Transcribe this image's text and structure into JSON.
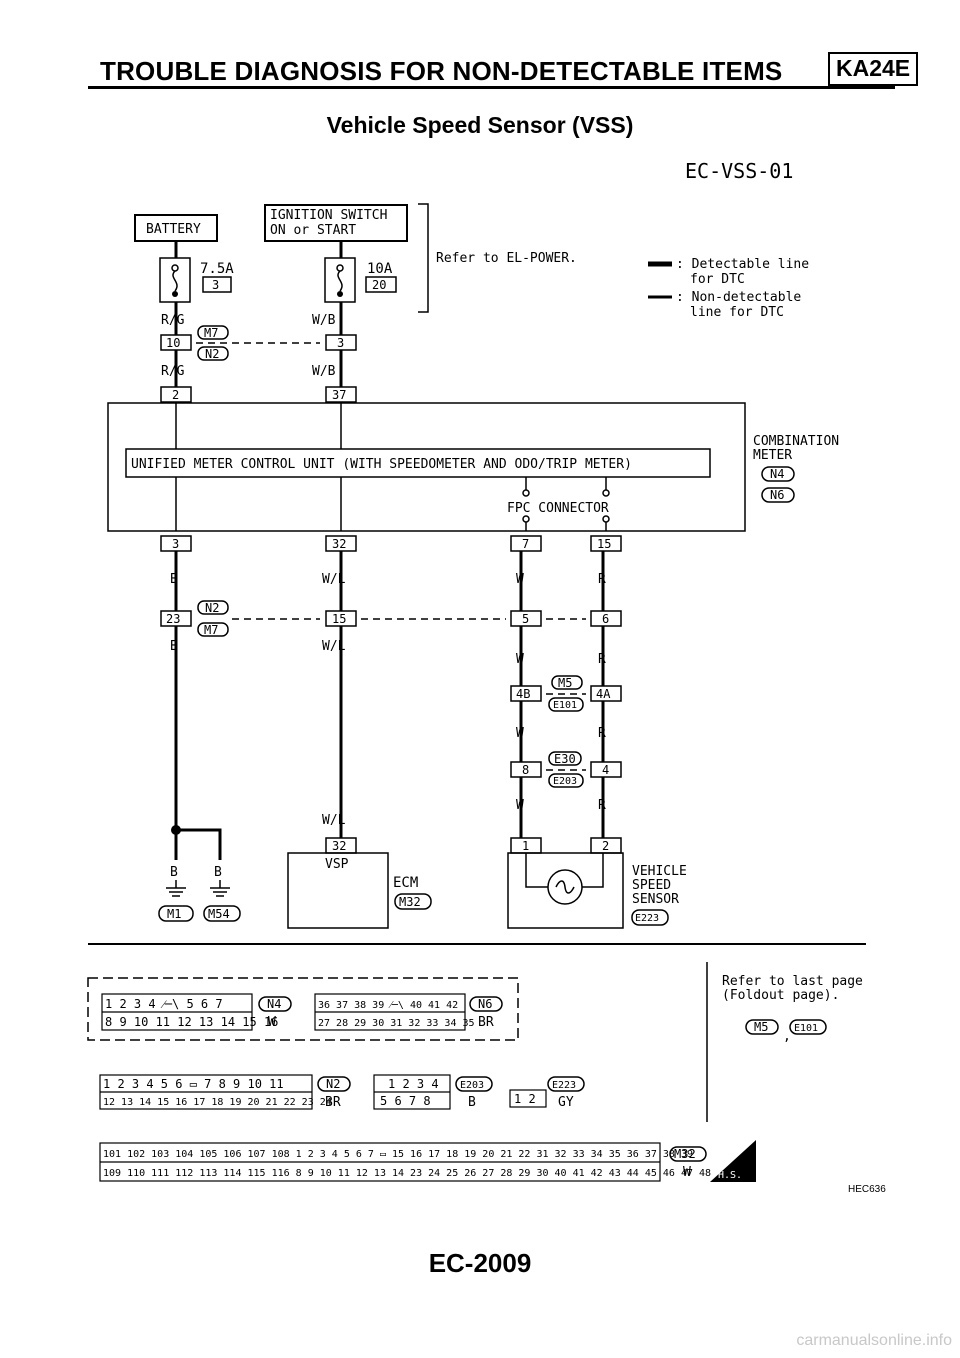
{
  "header": {
    "title": "TROUBLE DIAGNOSIS FOR NON-DETECTABLE ITEMS",
    "engine_code": "KA24E"
  },
  "section_title": "Vehicle Speed Sensor (VSS)",
  "diagram": {
    "code": "EC-VSS-01",
    "battery": "BATTERY",
    "ignition_line1": "IGNITION SWITCH",
    "ignition_line2": "ON or START",
    "refer_power": "Refer to EL-POWER.",
    "fuse1_amp": "7.5A",
    "fuse1_no": "3",
    "fuse2_amp": "10A",
    "fuse2_no": "20",
    "legend_detectable_1": ": Detectable line",
    "legend_detectable_2": "for DTC",
    "legend_nondetectable_1": ": Non-detectable",
    "legend_nondetectable_2": "line for DTC",
    "wire_rg": "R/G",
    "wire_wb": "W/B",
    "wire_b": "B",
    "wire_wl": "W/L",
    "wire_w": "W",
    "wire_r": "R",
    "pin_10": "10",
    "pin_3": "3",
    "pin_2": "2",
    "pin_37": "37",
    "pin_32": "32",
    "pin_7": "7",
    "pin_15": "15",
    "pin_23": "23",
    "pin_5": "5",
    "pin_6": "6",
    "pin_4b": "4B",
    "pin_4a": "4A",
    "pin_8": "8",
    "pin_4": "4",
    "pin_1": "1",
    "conn_m7": "M7",
    "conn_n2": "N2",
    "conn_m5": "M5",
    "conn_e101": "E101",
    "conn_e30": "E30",
    "conn_e203": "E203",
    "conn_n4": "N4",
    "conn_n6": "N6",
    "conn_m1": "M1",
    "conn_m54": "M54",
    "conn_m32": "M32",
    "conn_e223": "E223",
    "combination_1": "COMBINATION",
    "combination_2": "METER",
    "umcu": "UNIFIED METER CONTROL UNIT (WITH SPEEDOMETER AND ODO/TRIP METER)",
    "fpc": "FPC CONNECTOR",
    "vsp": "VSP",
    "ecm": "ECM",
    "vss_1": "VEHICLE",
    "vss_2": "SPEED",
    "vss_3": "SENSOR",
    "refer_last_1": "Refer to last page",
    "refer_last_2": "(Foldout page).",
    "color_w": "W",
    "color_br": "BR",
    "color_b": "B",
    "color_gy": "GY",
    "hs": "H.S.",
    "figure_id": "HEC636"
  },
  "footer": {
    "page": "EC-2009"
  },
  "watermark": "carmanualsonline.info"
}
